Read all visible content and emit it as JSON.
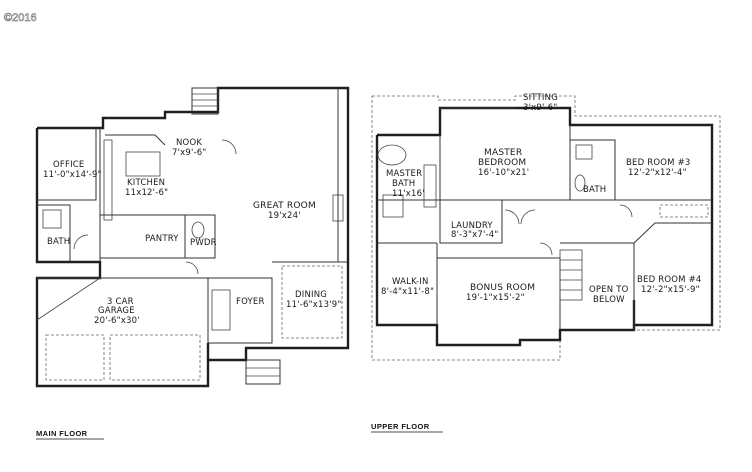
{
  "copyright": "©2016",
  "main_floor": {
    "caption": "MAIN FLOOR",
    "rooms": {
      "nook": {
        "name": "NOOK",
        "dims": "7'x9'-6\""
      },
      "office": {
        "name": "OFFICE",
        "dims": "11'-0\"x14'-9\""
      },
      "kitchen": {
        "name": "KITCHEN",
        "dims": "11x12'-6\""
      },
      "great_room": {
        "name": "GREAT ROOM",
        "dims": "19'x24'"
      },
      "bath": {
        "name": "BATH",
        "dims": ""
      },
      "pantry": {
        "name": "PANTRY",
        "dims": ""
      },
      "pwdr": {
        "name": "PWDR",
        "dims": ""
      },
      "garage": {
        "name": "3 CAR",
        "name2": "GARAGE",
        "dims": "20'-6\"x30'"
      },
      "foyer": {
        "name": "FOYER",
        "dims": ""
      },
      "dining": {
        "name": "DINING",
        "dims": "11'-6\"x13'9\""
      }
    }
  },
  "upper_floor": {
    "caption": "UPPER FLOOR",
    "rooms": {
      "sitting": {
        "name": "SITTING",
        "dims": "3'x9'-6\""
      },
      "master_bedroom": {
        "name": "MASTER",
        "name2": "BEDROOM",
        "dims": "16'-10\"x21'"
      },
      "master_bath": {
        "name": "MASTER",
        "name2": "BATH",
        "dims": "11'x16'"
      },
      "bed_room_3": {
        "name": "BED ROOM #3",
        "dims": "12'-2\"x12'-4\""
      },
      "bath": {
        "name": "BATH",
        "dims": ""
      },
      "laundry": {
        "name": "LAUNDRY",
        "dims": "8'-3\"x7'-4\""
      },
      "walk_in": {
        "name": "WALK-IN",
        "dims": "8'-4\"x11'-8\""
      },
      "bonus_room": {
        "name": "BONUS ROOM",
        "dims": "19'-1\"x15'-2\""
      },
      "open_to_below": {
        "name": "OPEN TO",
        "name2": "BELOW",
        "dims": ""
      },
      "bed_room_4": {
        "name": "BED ROOM #4",
        "dims": "12'-2\"x15'-9\""
      }
    }
  }
}
